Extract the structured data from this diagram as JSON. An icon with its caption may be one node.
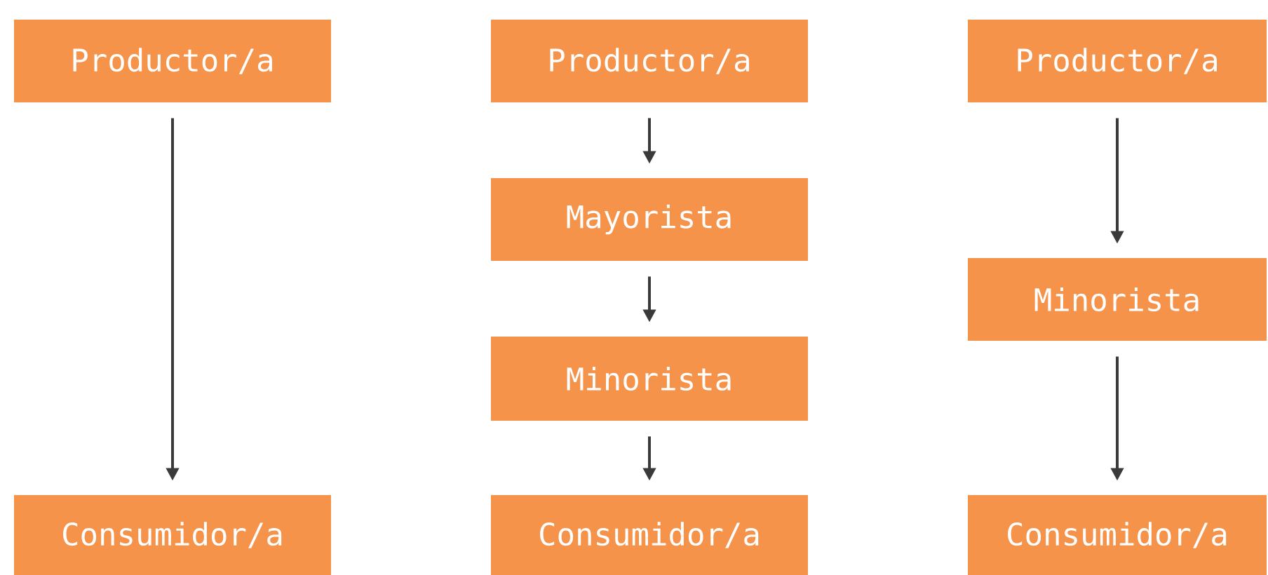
{
  "diagram": {
    "nodes": [
      {
        "text": [
          "Productor/a"
        ]
      },
      {
        "text": [
          "Consumidor/a"
        ]
      },
      {
        "text": [
          "Productor/a"
        ]
      },
      {
        "text": [
          "Mayorista"
        ]
      },
      {
        "text": [
          "Minorista"
        ]
      },
      {
        "text": [
          "Consumidor/a"
        ]
      },
      {
        "text": [
          "Productor/a"
        ]
      },
      {
        "text": [
          "Minorista"
        ]
      },
      {
        "text": [
          "Consumidor/a"
        ]
      }
    ],
    "edges": [
      {
        "from": 0,
        "to": 1,
        "arrow": "to"
      },
      {
        "from": 2,
        "to": 3,
        "arrow": "to"
      },
      {
        "from": 3,
        "to": 4,
        "arrow": "to"
      },
      {
        "from": 4,
        "to": 5,
        "arrow": "to"
      },
      {
        "from": 6,
        "to": 7,
        "arrow": "to"
      },
      {
        "from": 7,
        "to": 8,
        "arrow": "to"
      }
    ]
  }
}
